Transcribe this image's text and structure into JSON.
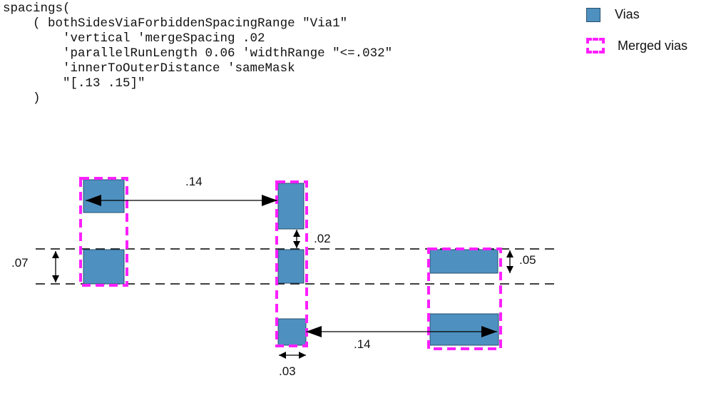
{
  "code": {
    "lines": [
      "spacings(",
      "    ( bothSidesViaForbiddenSpacingRange \"Via1\"",
      "        'vertical 'mergeSpacing .02",
      "        'parallelRunLength 0.06 'widthRange \"<=.032\"",
      "        'innerToOuterDistance 'sameMask",
      "        \"[.13 .15]\"",
      "    )"
    ]
  },
  "legend": {
    "vias_label": "Vias",
    "merged_label": "Merged vias"
  },
  "dimensions": {
    "d014_top": ".14",
    "d002": ".02",
    "d007": ".07",
    "d005": ".05",
    "d014_bottom": ".14",
    "d003": ".03"
  },
  "colors": {
    "via_fill": "#4e91c0",
    "via_stroke": "#2a4f6e",
    "merged_stroke": "#ff1fff"
  }
}
